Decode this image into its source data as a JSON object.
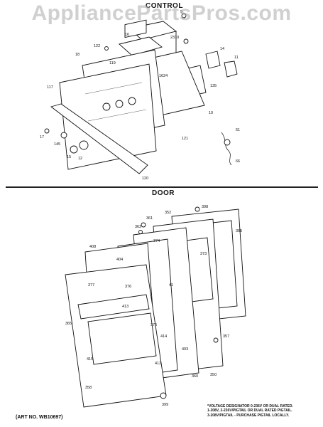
{
  "watermark": "AppliancePartsPros.com",
  "sections": {
    "control_title": "CONTROL",
    "door_title": "DOOR"
  },
  "art_number": "(ART NO. WB10697)",
  "voltage_note": [
    "*VOLTAGE DESIGNATOR 0-236V OR DUAL RATED.",
    "1-208V, 2-236V/PIGTAIL OR DUAL RATED PIGTAIL.",
    "3-208V/PIGTAIL - PURCHASE PIGTAIL LOCALLY."
  ],
  "control_callouts": [
    "5",
    "16",
    "2310",
    "122",
    "14",
    "11",
    "18",
    "119",
    "1624",
    "117",
    "135",
    "10",
    "121",
    "51",
    "66",
    "17",
    "145",
    "15",
    "12",
    "120"
  ],
  "door_callouts": [
    "398",
    "352",
    "361",
    "355",
    "362",
    "374",
    "408",
    "404",
    "373",
    "377",
    "376",
    "413",
    "41",
    "365",
    "375",
    "403",
    "414",
    "412",
    "415",
    "357",
    "350",
    "358",
    "360",
    "399"
  ]
}
